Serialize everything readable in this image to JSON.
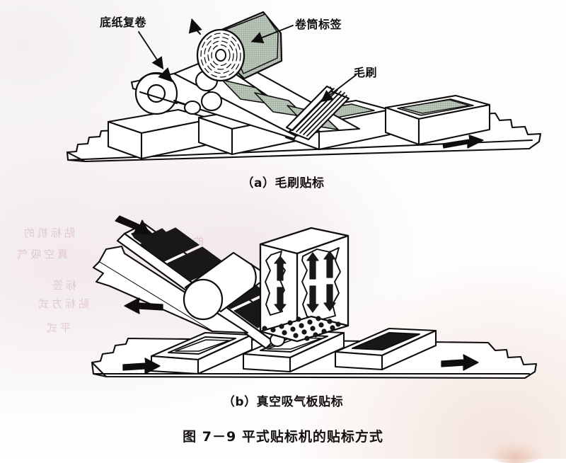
{
  "figure": {
    "number": "图 7－9",
    "title": "平式贴标机的贴标方式",
    "full_title": "图 7－9    平式贴标机的贴标方式",
    "subfigures": [
      {
        "key": "a",
        "caption": "（a）毛刷贴标",
        "method": "brush labelling"
      },
      {
        "key": "b",
        "caption": "（b）真空吸气板贴标",
        "method": "vacuum suction plate labelling"
      }
    ]
  },
  "diagram_a": {
    "callouts": [
      {
        "id": "backing-rewind",
        "text": "底纸复卷",
        "points_to": "rewind-reel"
      },
      {
        "id": "roll-label",
        "text": "卷筒标签",
        "points_to": "label-roll"
      },
      {
        "id": "brush",
        "text": "毛刷",
        "points_to": "brush-head"
      }
    ],
    "components": [
      "label-roll",
      "rewind-reel",
      "idler-roller-1",
      "idler-roller-2",
      "idler-roller-3",
      "peel-plate",
      "label-web",
      "brush-head",
      "conveyor-belt",
      "cartons"
    ],
    "labels_on_web": 3,
    "cartons": [
      {
        "index": 1,
        "label_applied": false
      },
      {
        "index": 2,
        "label_applied": false
      },
      {
        "index": 3,
        "label_applied": true,
        "label_fill": "gray-green"
      },
      {
        "index": 4,
        "label_applied": true,
        "label_fill": "gray-green"
      }
    ],
    "flow_arrows": [
      {
        "id": "web-feed-arrow",
        "direction": "up-right"
      },
      {
        "id": "rewind-arrow",
        "direction": "counter-clockwise"
      },
      {
        "id": "conveyor-arrow",
        "direction": "right"
      }
    ]
  },
  "diagram_b": {
    "components": [
      "label-web",
      "labels-black",
      "applicator-roller",
      "peel-edge",
      "vacuum-suction-box",
      "perforated-suction-plate",
      "conveyor-belt",
      "cartons"
    ],
    "labels_on_web": 5,
    "vacuum_box": {
      "id": "vacuum-suction-box",
      "up_arrows": 3,
      "down_arrows": 3,
      "bottom_plate": "perforated-suction-plate",
      "perforation_rows": 4
    },
    "cartons": [
      {
        "index": 1,
        "label_applied": true,
        "label_fill": "outline"
      },
      {
        "index": 2,
        "label_applied": true,
        "label_fill": "outline"
      },
      {
        "index": 3,
        "label_applied": true,
        "label_fill": "black"
      }
    ],
    "flow_arrows": [
      {
        "id": "web-infeed-arrow",
        "direction": "down-right"
      },
      {
        "id": "backing-exit-arrow",
        "direction": "left"
      },
      {
        "id": "conveyor-in-arrow",
        "direction": "right"
      },
      {
        "id": "conveyor-out-arrow",
        "direction": "right"
      }
    ]
  },
  "colors": {
    "ink": "#100d0d",
    "paper": "#fefdfd",
    "label_gray_green": "#9fae9f",
    "label_black": "#1a1718",
    "bleed_through": "#c496a4"
  }
}
